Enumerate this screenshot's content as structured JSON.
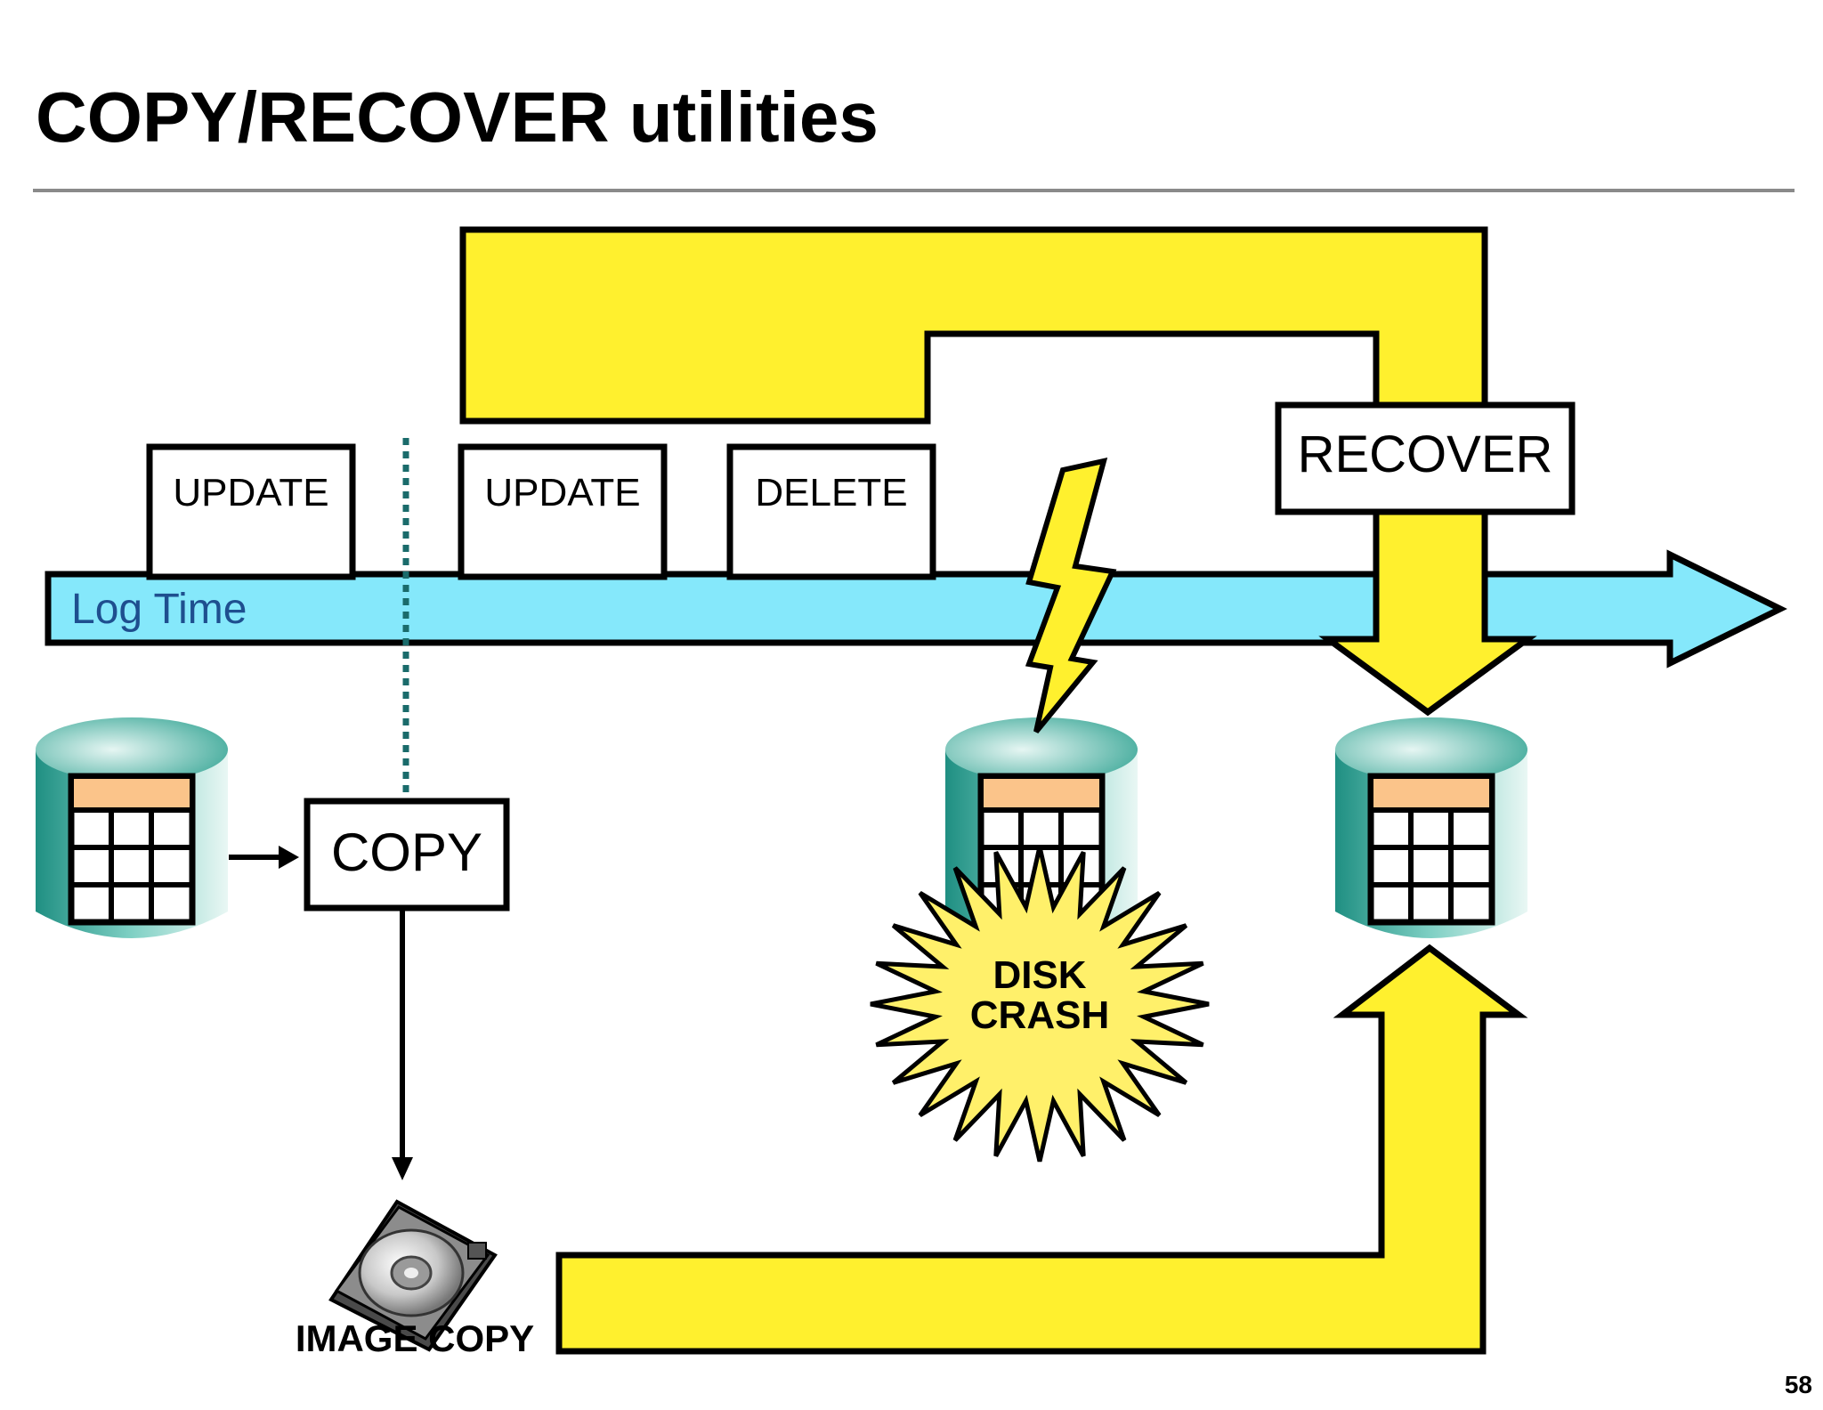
{
  "slide": {
    "title": "COPY/RECOVER utilities",
    "page_number": "58"
  },
  "timeline": {
    "label": "Log Time",
    "color": "#85E8FB"
  },
  "log_events": [
    {
      "label": "UPDATE"
    },
    {
      "label": "UPDATE"
    },
    {
      "label": "DELETE"
    }
  ],
  "copy_box": {
    "label": "COPY"
  },
  "recover_box": {
    "label": "RECOVER"
  },
  "image_copy": {
    "label": "IMAGE COPY",
    "icon": "disk-drive-icon"
  },
  "disk_crash": {
    "line1": "DISK",
    "line2": "CRASH",
    "icon": "lightning-bolt-icon"
  },
  "colors": {
    "arrow_yellow": "#FFF02E",
    "cylinder_teal": "#2E9E90",
    "table_header": "#FBC48A"
  }
}
